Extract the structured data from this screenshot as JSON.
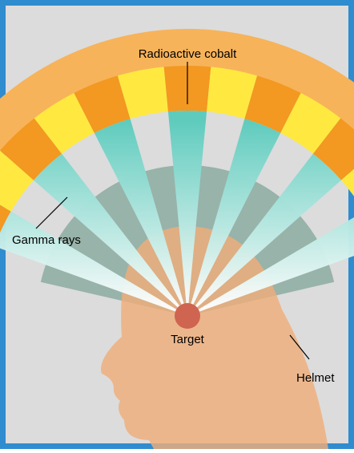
{
  "labels": {
    "cobalt": "Radioactive cobalt",
    "gamma": "Gamma rays",
    "target": "Target",
    "helmet": "Helmet"
  },
  "colors": {
    "border": "#2f8ccf",
    "background": "#dcdcdc",
    "outer_band": "#f7b35a",
    "source_block": "#f39820",
    "yellow_segment": "#ffe940",
    "beam": "#5ecbbd",
    "helmet": "#90aea3",
    "head": "#efad7a",
    "target": "#cf6451"
  },
  "icons": [
    "gamma-ray-beam",
    "cobalt-source-block",
    "head-silhouette"
  ]
}
